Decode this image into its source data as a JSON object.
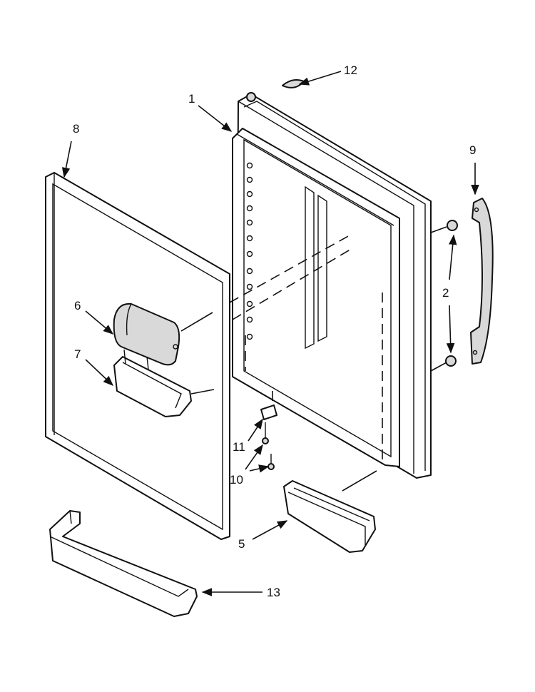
{
  "callouts": {
    "c1": "1",
    "c2": "2",
    "c5": "5",
    "c6": "6",
    "c7": "7",
    "c8": "8",
    "c9": "9",
    "c10": "10",
    "c11": "11",
    "c12": "12",
    "c13": "13"
  },
  "colors": {
    "line": "#111111",
    "background": "#ffffff",
    "shade": "#d9d9d9"
  }
}
